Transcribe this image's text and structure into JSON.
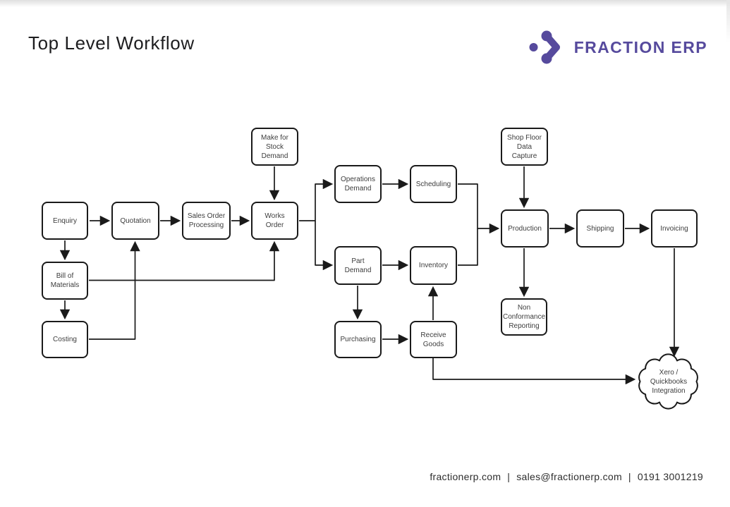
{
  "page": {
    "title": "Top Level Workflow"
  },
  "brand": {
    "name": "FRACTION ERP",
    "icon": "fraction-erp-logo-icon",
    "colors": {
      "brand_purple": "#564a9d",
      "line_black": "#1a1a1a"
    }
  },
  "diagram": {
    "nodes": {
      "enquiry": {
        "label": "Enquiry"
      },
      "quotation": {
        "label": "Quotation"
      },
      "bill_of_materials": {
        "label": "Bill of\nMaterials"
      },
      "costing": {
        "label": "Costing"
      },
      "sales_order_processing": {
        "label": "Sales Order\nProcessing"
      },
      "works_order": {
        "label": "Works\nOrder"
      },
      "make_for_stock_demand": {
        "label": "Make for\nStock\nDemand"
      },
      "operations_demand": {
        "label": "Operations\nDemand"
      },
      "scheduling": {
        "label": "Scheduling"
      },
      "part_demand": {
        "label": "Part\nDemand"
      },
      "inventory": {
        "label": "Inventory"
      },
      "purchasing": {
        "label": "Purchasing"
      },
      "receive_goods": {
        "label": "Receive\nGoods"
      },
      "shop_floor_data_capture": {
        "label": "Shop Floor\nData\nCapture"
      },
      "production": {
        "label": "Production"
      },
      "non_conformance_reporting": {
        "label": "Non\nConformance\nReporting"
      },
      "shipping": {
        "label": "Shipping"
      },
      "invoicing": {
        "label": "Invoicing"
      },
      "xero_quickbooks_integration": {
        "label": "Xero /\nQuickbooks\nIntegration"
      }
    },
    "edges": [
      {
        "from": "enquiry",
        "to": "quotation"
      },
      {
        "from": "enquiry",
        "to": "bill_of_materials"
      },
      {
        "from": "bill_of_materials",
        "to": "costing"
      },
      {
        "from": "costing",
        "to": "quotation"
      },
      {
        "from": "bill_of_materials",
        "to": "works_order"
      },
      {
        "from": "quotation",
        "to": "sales_order_processing"
      },
      {
        "from": "sales_order_processing",
        "to": "works_order"
      },
      {
        "from": "make_for_stock_demand",
        "to": "works_order"
      },
      {
        "from": "works_order",
        "to": "operations_demand"
      },
      {
        "from": "works_order",
        "to": "part_demand"
      },
      {
        "from": "operations_demand",
        "to": "scheduling"
      },
      {
        "from": "part_demand",
        "to": "inventory"
      },
      {
        "from": "part_demand",
        "to": "purchasing"
      },
      {
        "from": "purchasing",
        "to": "receive_goods"
      },
      {
        "from": "receive_goods",
        "to": "inventory"
      },
      {
        "from": "scheduling",
        "to": "production"
      },
      {
        "from": "inventory",
        "to": "production"
      },
      {
        "from": "shop_floor_data_capture",
        "to": "production"
      },
      {
        "from": "production",
        "to": "shipping"
      },
      {
        "from": "shipping",
        "to": "invoicing"
      },
      {
        "from": "production",
        "to": "non_conformance_reporting"
      },
      {
        "from": "invoicing",
        "to": "xero_quickbooks_integration"
      },
      {
        "from": "receive_goods",
        "to": "xero_quickbooks_integration"
      }
    ]
  },
  "footer": {
    "website": "fractionerp.com",
    "email": "sales@fractionerp.com",
    "phone": "0191 3001219",
    "separator": "|"
  }
}
